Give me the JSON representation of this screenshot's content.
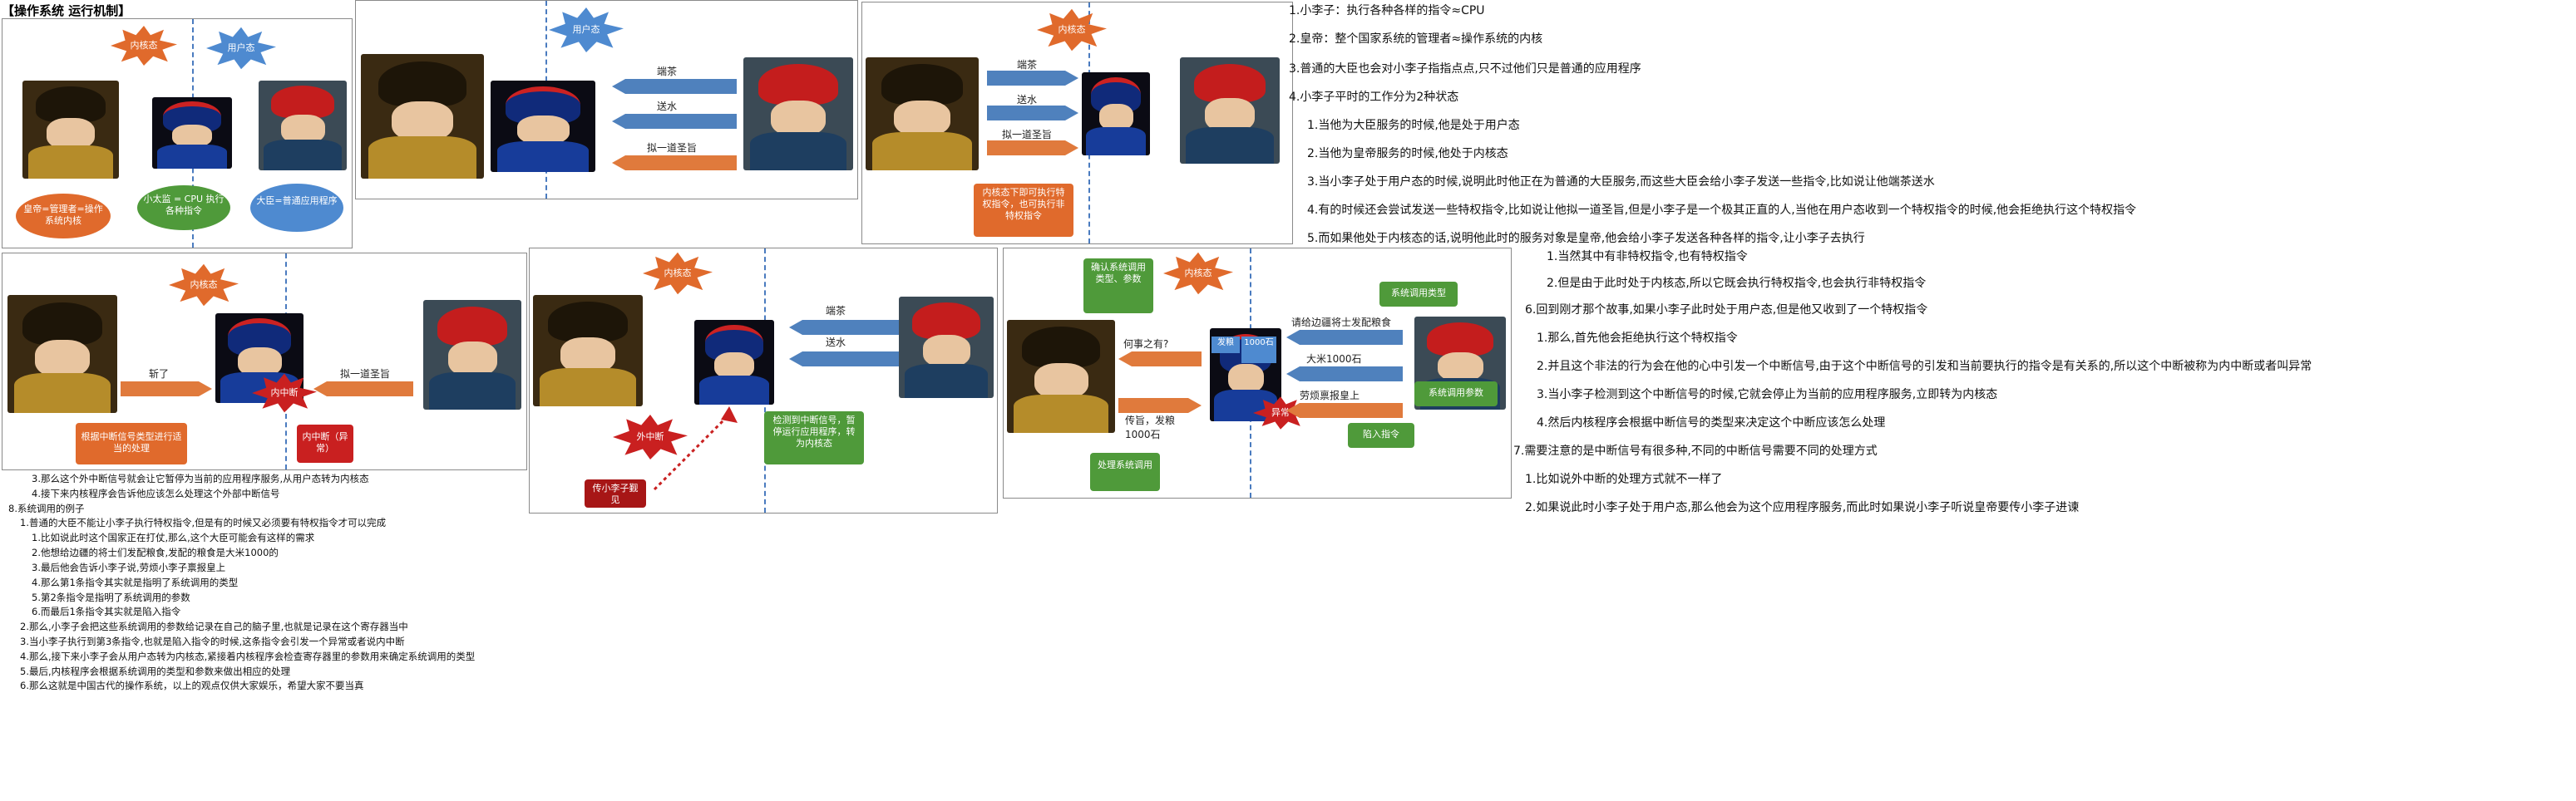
{
  "title": "【操作系统 运行机制】",
  "panel1": {
    "burst_kernel": "内核态",
    "burst_user": "用户态",
    "oval_emperor": "皇帝=管理者=操作系统内核",
    "oval_eunuch": "小太监 = CPU 执行各种指令",
    "oval_minister": "大臣=普通应用程序"
  },
  "panel2": {
    "burst_user": "用户态",
    "arrow1": "端茶",
    "arrow2": "送水",
    "arrow3": "拟一道圣旨"
  },
  "panel3": {
    "burst_kernel": "内核态",
    "arrow1": "端茶",
    "arrow2": "送水",
    "arrow3": "拟一道圣旨",
    "callout": "内核态下即可执行特权指令，也可执行非特权指令"
  },
  "panel4": {
    "burst_kernel": "内核态",
    "arrow_kill": "斩了",
    "arrow_edict": "拟一道圣旨",
    "burst_interrupt": "内中断",
    "callout_handle": "根据中断信号类型进行适当的处理",
    "callout_interrupt": "内中断（异常）"
  },
  "panel5": {
    "burst_kernel": "内核态",
    "arrow1": "端茶",
    "arrow2": "送水",
    "burst_outer": "外中断",
    "callout_detect": "检测到中断信号，暂停运行应用程序，转为内核态",
    "callout_summon": "传小李子觐见"
  },
  "panel6": {
    "burst_kernel": "内核态",
    "callout_confirm": "确认系统调用类型、参数",
    "label_what": "何事之有?",
    "label_relay": "传旨，发粮1000石",
    "callout_handle": "处理系统调用",
    "slip1": "发粮",
    "slip2": "1000石",
    "burst_exception": "异常",
    "label_request": "请给边疆将士发配粮食",
    "label_amount": "大米1000石",
    "label_report": "劳烦禀报皇上",
    "callout_type": "系统调用类型",
    "callout_param": "系统调用参数",
    "callout_trap": "陷入指令"
  },
  "right_notes": [
    "1.小李子：执行各种各样的指令≈CPU",
    "2.皇帝：整个国家系统的管理者≈操作系统的内核",
    "3.普通的大臣也会对小李子指指点点,只不过他们只是普通的应用程序",
    "4.小李子平时的工作分为2种状态",
    "1.当他为大臣服务的时候,他是处于用户态",
    "2.当他为皇帝服务的时候,他处于内核态",
    "3.当小李子处于用户态的时候,说明此时他正在为普通的大臣服务,而这些大臣会给小李子发送一些指令,比如说让他端茶送水",
    "4.有的时候还会尝试发送一些特权指令,比如说让他拟一道圣旨,但是小李子是一个极其正直的人,当他在用户态收到一个特权指令的时候,他会拒绝执行这个特权指令",
    "5.而如果他处于内核态的话,说明他此时的服务对象是皇帝,他会给小李子发送各种各样的指令,让小李子去执行",
    "1.当然其中有非特权指令,也有特权指令",
    "2.但是由于此时处于内核态,所以它既会执行特权指令,也会执行非特权指令",
    "6.回到刚才那个故事,如果小李子此时处于用户态,但是他又收到了一个特权指令",
    "1.那么,首先他会拒绝执行这个特权指令",
    "2.并且这个非法的行为会在他的心中引发一个中断信号,由于这个中断信号的引发和当前要执行的指令是有关系的,所以这个中断被称为内中断或者叫异常",
    "3.当小李子检测到这个中断信号的时候,它就会停止为当前的应用程序服务,立即转为内核态",
    "4.然后内核程序会根据中断信号的类型来决定这个中断应该怎么处理",
    "7.需要注意的是中断信号有很多种,不同的中断信号需要不同的处理方式",
    "1.比如说外中断的处理方式就不一样了",
    "2.如果说此时小李子处于用户态,那么他会为这个应用程序服务,而此时如果说小李子听说皇帝要传小李子进谏"
  ],
  "bottom_notes": [
    "3.那么这个外中断信号就会让它暂停为当前的应用程序服务,从用户态转为内核态",
    "4.接下来内核程序会告诉他应该怎么处理这个外部中断信号",
    "8.系统调用的例子",
    "1.普通的大臣不能让小李子执行特权指令,但是有的时候又必须要有特权指令才可以完成",
    "1.比如说此时这个国家正在打仗,那么,这个大臣可能会有这样的需求",
    "2.他想给边疆的将士们发配粮食,发配的粮食是大米1000的",
    "3.最后他会告诉小李子说,劳烦小李子禀报皇上",
    "4.那么第1条指令其实就是指明了系统调用的类型",
    "5.第2条指令是指明了系统调用的参数",
    "6.而最后1条指令其实就是陷入指令",
    "2.那么,小李子会把这些系统调用的参数给记录在自己的脑子里,也就是记录在这个寄存器当中",
    "3.当小李子执行到第3条指令,也就是陷入指令的时候,这条指令会引发一个异常或者说内中断",
    "4.那么,接下来小李子会从用户态转为内核态,紧接着内核程序会检查寄存器里的参数用来确定系统调用的类型",
    "5.最后,内核程序会根据系统调用的类型和参数来做出相应的处理",
    "6.那么这就是中国古代的操作系统，以上的观点仅供大家娱乐，希望大家不要当真"
  ],
  "colors": {
    "burst_orange": "#e06a2c",
    "burst_blue": "#4e8ad0",
    "burst_red": "#c92020",
    "arrow_blue": "#4f81bd",
    "arrow_orange": "#e07a3c",
    "callout_green": "#4f9a3a"
  }
}
